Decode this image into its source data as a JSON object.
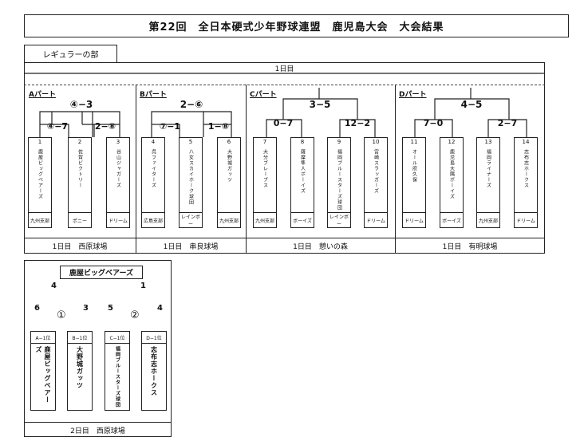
{
  "title": "第22回　全日本硬式少年野球連盟　鹿児島大会　大会結果",
  "tab": "レギュラーの部",
  "day1": "1日目",
  "parts": [
    {
      "label": "Aパート",
      "top_score": "④−3",
      "sub_scores": [
        "④−7",
        "2−⑧"
      ],
      "teams": [
        {
          "num": "1",
          "name": "鹿屋ビッグベアーズ",
          "branch": "九州支部"
        },
        {
          "num": "2",
          "name": "佐賀ビクトリー",
          "branch": "ポニー"
        },
        {
          "num": "3",
          "name": "谷山ジャガーズ",
          "branch": "ドリーム"
        }
      ],
      "venue": "1日目　西原球場"
    },
    {
      "label": "Bパート",
      "top_score": "2−⑥",
      "sub_scores": [
        "⑦−1",
        "1−⑧"
      ],
      "teams": [
        {
          "num": "4",
          "name": "呉ファイターズ",
          "branch": "広島支部"
        },
        {
          "num": "5",
          "name": "八女スカイホーク球団",
          "branch": "レインボー"
        },
        {
          "num": "6",
          "name": "大野城ガッツ",
          "branch": "九州支部"
        }
      ],
      "venue": "1日目　串良球場"
    },
    {
      "label": "Cパート",
      "top_score": "3−5",
      "sub_scores": [
        "0−7",
        "12−2"
      ],
      "teams": [
        {
          "num": "7",
          "name": "大分ブレーブス",
          "branch": "九州支部"
        },
        {
          "num": "8",
          "name": "薩摩隼人ボーイズ",
          "branch": "ボーイズ"
        },
        {
          "num": "9",
          "name": "福岡ブルースターズ球団",
          "branch": "レインボー"
        },
        {
          "num": "10",
          "name": "宮崎スラッガーズ",
          "branch": "ドリーム"
        }
      ],
      "venue": "1日目　憩いの森"
    },
    {
      "label": "Dパート",
      "top_score": "4−5",
      "sub_scores": [
        "7−0",
        "2−7"
      ],
      "teams": [
        {
          "num": "11",
          "name": "オール府久保",
          "branch": "ドリーム"
        },
        {
          "num": "12",
          "name": "鹿児島大隅ボーイズ",
          "branch": "ボーイズ"
        },
        {
          "num": "13",
          "name": "福岡ライナーズ",
          "branch": "九州支部"
        },
        {
          "num": "14",
          "name": "志布志ホークス",
          "branch": "ドリーム"
        }
      ],
      "venue": "1日目　有明球場"
    }
  ],
  "final": {
    "champion": "鹿屋ビッグベアーズ",
    "top_left_score": "4",
    "top_right_score": "1",
    "semi": [
      {
        "mark": "①",
        "left_score": "6",
        "right_score": "3"
      },
      {
        "mark": "②",
        "left_score": "5",
        "right_score": "4"
      }
    ],
    "teams": [
      {
        "rank": "A−1位",
        "name": "鹿屋ビッグベアーズ"
      },
      {
        "rank": "B−1位",
        "name": "大野城ガッツ"
      },
      {
        "rank": "C−1位",
        "name": "福岡ブルースターズ球団"
      },
      {
        "rank": "D−1位",
        "name": "志布志ホークス"
      }
    ],
    "venue": "2日目　西原球場"
  }
}
